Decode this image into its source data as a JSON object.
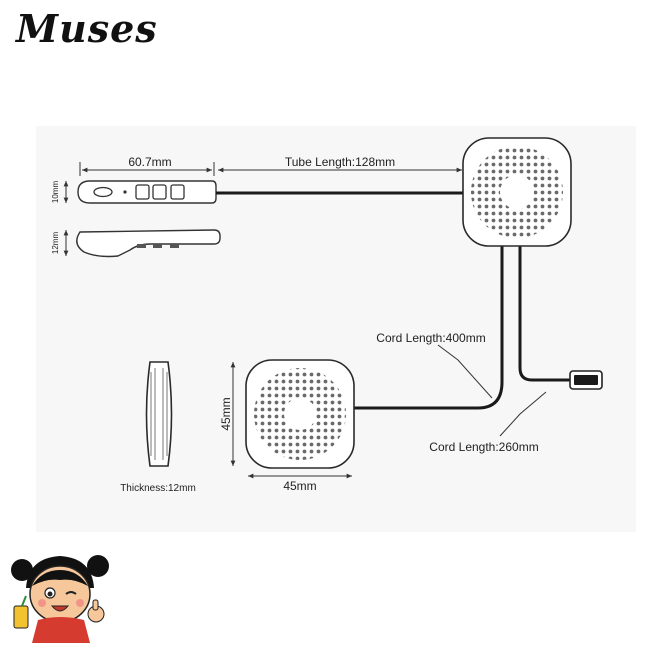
{
  "brand": {
    "name": "Muses"
  },
  "labels": {
    "remote_length": "60.7mm",
    "tube_length": "Tube Length:128mm",
    "remote_height_top": "10mm",
    "remote_height_side": "12mm",
    "cord_length_long": "Cord Length:400mm",
    "cord_length_short": "Cord Length:260mm",
    "speaker_height": "45mm",
    "speaker_width": "45mm",
    "thickness": "Thickness:12mm"
  },
  "colors": {
    "line": "#2a2a2a",
    "cable": "#1a1a1a",
    "panel_bg": "#f7f7f7"
  }
}
